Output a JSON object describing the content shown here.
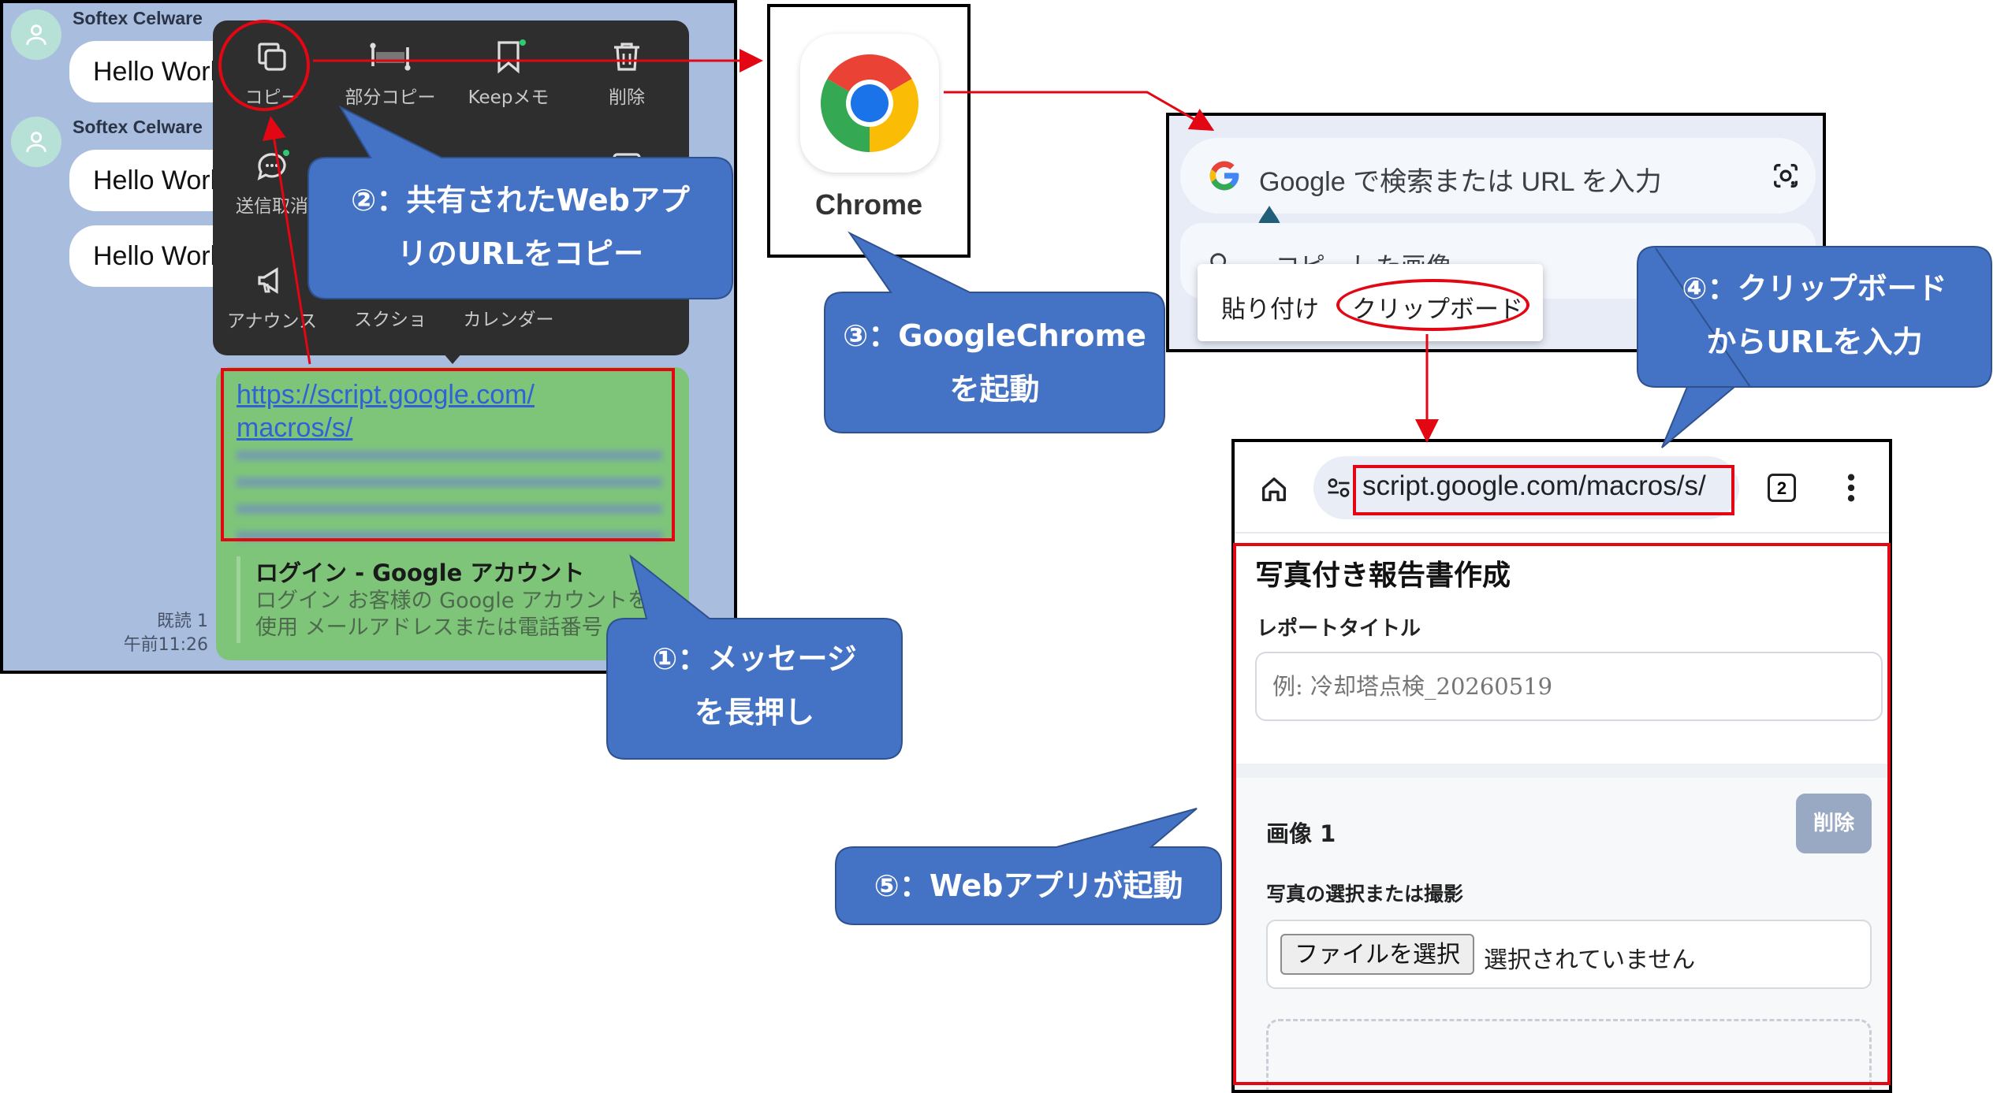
{
  "chat": {
    "sender_name": "Softex Celware",
    "bubble_text": "Hello World",
    "read_status": "既読 1",
    "time": "午前11:26",
    "menu": [
      {
        "icon": "copy-icon",
        "label": "コピー"
      },
      {
        "icon": "partial-copy-icon",
        "label": "部分コピー"
      },
      {
        "icon": "bookmark-icon",
        "label": "Keepメモ"
      },
      {
        "icon": "trash-icon",
        "label": "削除"
      },
      {
        "icon": "unsend-icon",
        "label": "送信取消"
      },
      {
        "icon": "announce-icon",
        "label": "アナウンス"
      },
      {
        "icon": "screenshot-icon",
        "label": "スクショ"
      },
      {
        "icon": "calendar-icon",
        "label": "カレンダー"
      }
    ],
    "message": {
      "url_line1": "https://script.google.com/",
      "url_line2": "macros/s/",
      "link_title": "ログイン - Google アカウント",
      "link_desc_line1": "ログイン お客様の Google アカウントを",
      "link_desc_line2": "使用 メールアドレスまたは電話番号"
    }
  },
  "chrome_app": {
    "label": "Chrome"
  },
  "search_panel": {
    "omnibox_placeholder": "Google で検索または URL を入力",
    "suggestion_text": "コピーした画像",
    "paste_label": "貼り付け",
    "clipboard_label": "クリップボード"
  },
  "webapp": {
    "address": "script.google.com/macros/s/",
    "tab_count": "2",
    "form_title": "写真付き報告書作成",
    "report_title_label": "レポートタイトル",
    "report_title_placeholder": "例: 冷却塔点検_20260519",
    "image_section_title": "画像 1",
    "delete_button": "削除",
    "photo_label": "写真の選択または撮影",
    "file_button": "ファイルを選択",
    "file_status": "選択されていません"
  },
  "callouts": {
    "step1_line1": "①：メッセージ",
    "step1_line2": "を長押し",
    "step2_line1": "②：共有されたWebアプ",
    "step2_line2": "リのURLをコピー",
    "step3_line1": "③：GoogleChrome",
    "step3_line2": "を起動",
    "step4_line1": "④：クリップボード",
    "step4_line2": "からURLを入力",
    "step5": "⑤：Webアプリが起動"
  },
  "colors": {
    "callout": "#4472c4",
    "highlight": "#e30613",
    "chat_bg": "#a9bedf",
    "message_bg": "#7ec57a"
  }
}
